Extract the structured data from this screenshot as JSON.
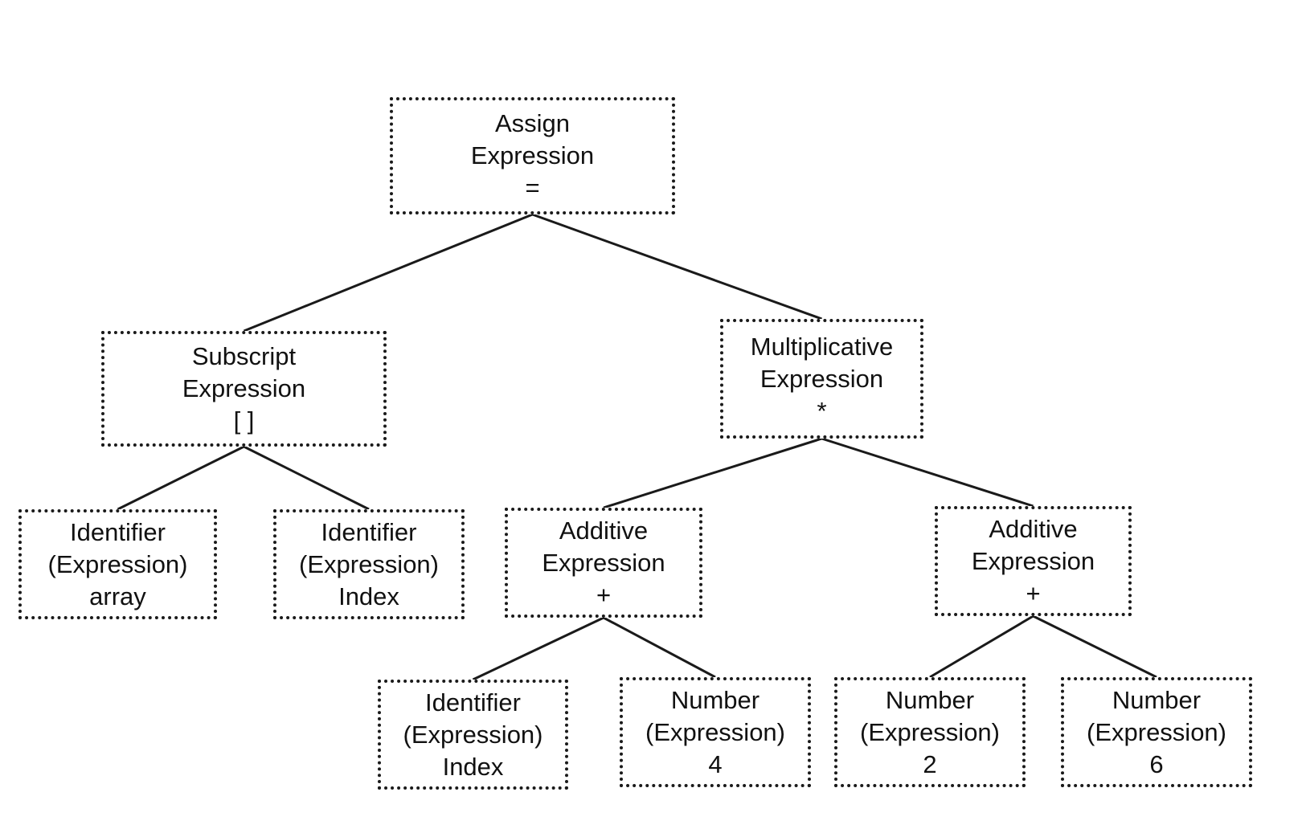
{
  "nodes": {
    "assign": {
      "line1": "Assign",
      "line2": "Expression",
      "line3": "="
    },
    "subscript": {
      "line1": "Subscript",
      "line2": "Expression",
      "line3": "[ ]"
    },
    "multiplicative": {
      "line1": "Multiplicative",
      "line2": "Expression",
      "line3": "*"
    },
    "id_array": {
      "line1": "Identifier",
      "line2": "(Expression)",
      "line3": "array"
    },
    "id_index_1": {
      "line1": "Identifier",
      "line2": "(Expression)",
      "line3": "Index"
    },
    "additive_1": {
      "line1": "Additive",
      "line2": "Expression",
      "line3": "+"
    },
    "additive_2": {
      "line1": "Additive",
      "line2": "Expression",
      "line3": "+"
    },
    "id_index_2": {
      "line1": "Identifier",
      "line2": "(Expression)",
      "line3": "Index"
    },
    "num_4": {
      "line1": "Number",
      "line2": "(Expression)",
      "line3": "4"
    },
    "num_2": {
      "line1": "Number",
      "line2": "(Expression)",
      "line3": "2"
    },
    "num_6": {
      "line1": "Number",
      "line2": "(Expression)",
      "line3": "6"
    }
  },
  "edges": [
    [
      "assign",
      "subscript"
    ],
    [
      "assign",
      "multiplicative"
    ],
    [
      "subscript",
      "id_array"
    ],
    [
      "subscript",
      "id_index_1"
    ],
    [
      "multiplicative",
      "additive_1"
    ],
    [
      "multiplicative",
      "additive_2"
    ],
    [
      "additive_1",
      "id_index_2"
    ],
    [
      "additive_1",
      "num_4"
    ],
    [
      "additive_2",
      "num_2"
    ],
    [
      "additive_2",
      "num_6"
    ]
  ]
}
